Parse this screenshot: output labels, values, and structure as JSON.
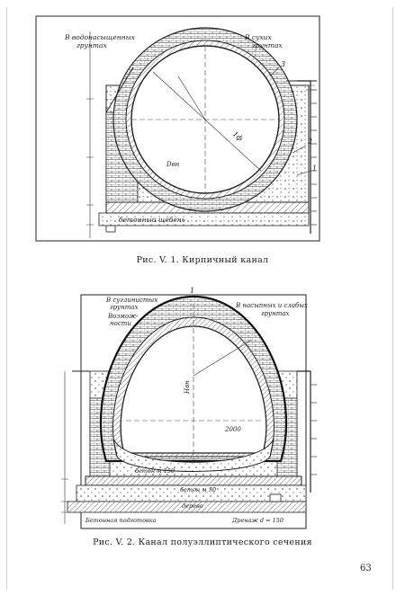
{
  "figure1": {
    "caption": "Рис. V. 1. Кирпичный канал",
    "labels": {
      "top_left": [
        "В водонасыщенных",
        "грунтах"
      ],
      "top_right": [
        "В сухих",
        "грунтах"
      ],
      "num3": "3",
      "num2": "2",
      "num1": "1",
      "diameter": "1ф",
      "bottom_left": "бетонный щебень",
      "inner": "Dвн"
    }
  },
  "figure2": {
    "caption": "Рис. V. 2. Канал полуэллиптического сечения",
    "labels": {
      "top_left": [
        "В суглинистых",
        "грунтах",
        "Возмож-",
        "ности"
      ],
      "top_right": [
        "В насыпных и слабых",
        "грунтах"
      ],
      "num1": "1",
      "vertical": "Hвн",
      "span": "2000",
      "below1": "бетон м 150",
      "below2": "бетон м 50",
      "below3": "дерево",
      "bottom_left": "Бетонная подготовка",
      "bottom_right": "Дренаж d = 150"
    }
  },
  "page_number": "63"
}
